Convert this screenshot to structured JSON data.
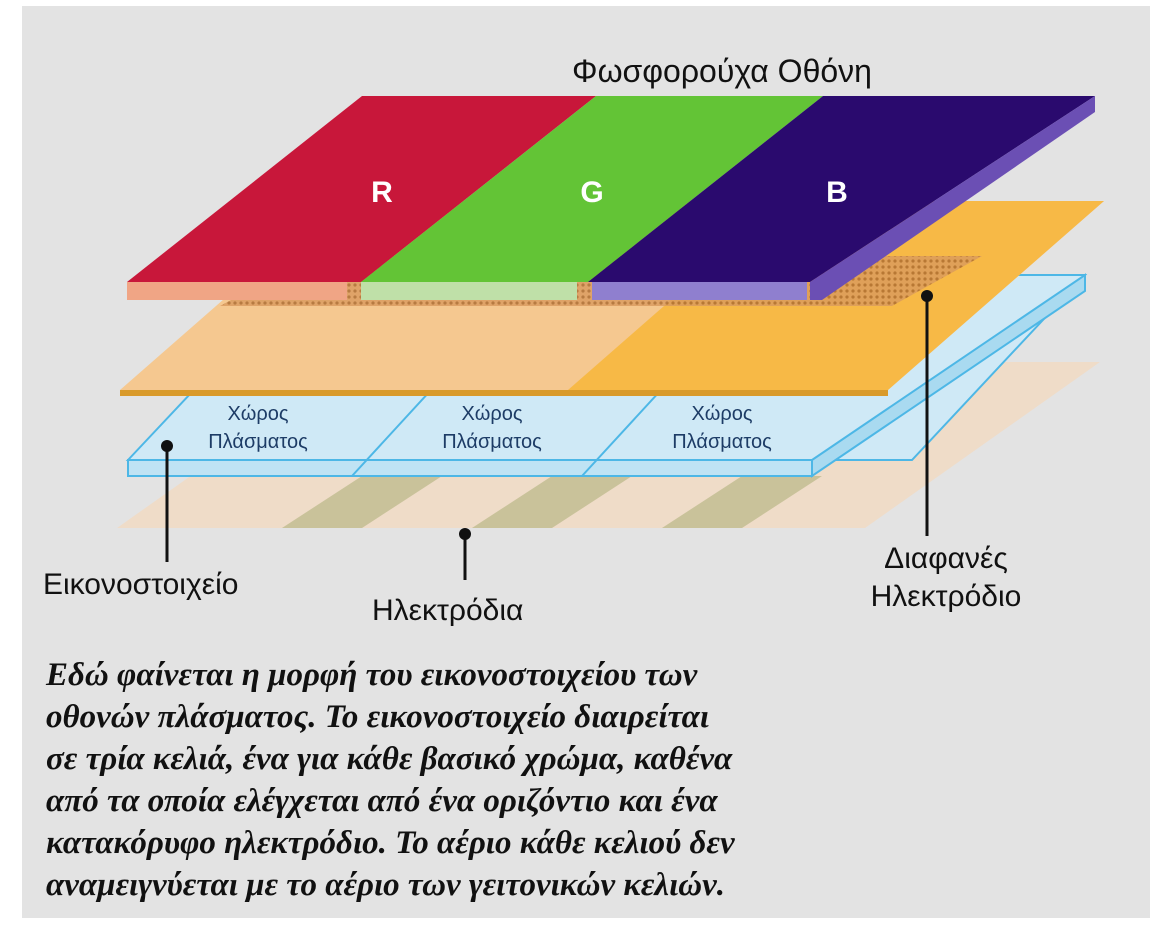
{
  "title": "Φωσφορούχα Οθόνη",
  "stripes": [
    {
      "letter": "R",
      "color": "#c8173a"
    },
    {
      "letter": "G",
      "color": "#63c436"
    },
    {
      "letter": "B",
      "color": "#2a0a6e"
    }
  ],
  "plasma_cells": [
    {
      "line1": "Χώρος",
      "line2": "Πλάσματος"
    },
    {
      "line1": "Χώρος",
      "line2": "Πλάσματος"
    },
    {
      "line1": "Χώρος",
      "line2": "Πλάσματος"
    }
  ],
  "labels": {
    "pixel": "Εικονοστοιχείο",
    "electrodes": "Ηλεκτρόδια",
    "transparent_line1": "Διαφανές",
    "transparent_line2": "Ηλεκτρόδιο"
  },
  "caption_lines": [
    "Εδώ φαίνεται η μορφή του εικονοστοιχείου των",
    "οθονών πλάσματος. Το εικονοστοιχείο διαιρείται",
    "σε τρία κελιά, ένα για κάθε βασικό χρώμα, καθένα",
    "από τα οποία ελέγχεται από ένα οριζόντιο και ένα",
    "κατακόρυφο ηλεκτρόδιο. Το αέριο κάθε κελιού δεν",
    "αναμειγνύεται με το αέριο των γειτονικών κελιών."
  ]
}
